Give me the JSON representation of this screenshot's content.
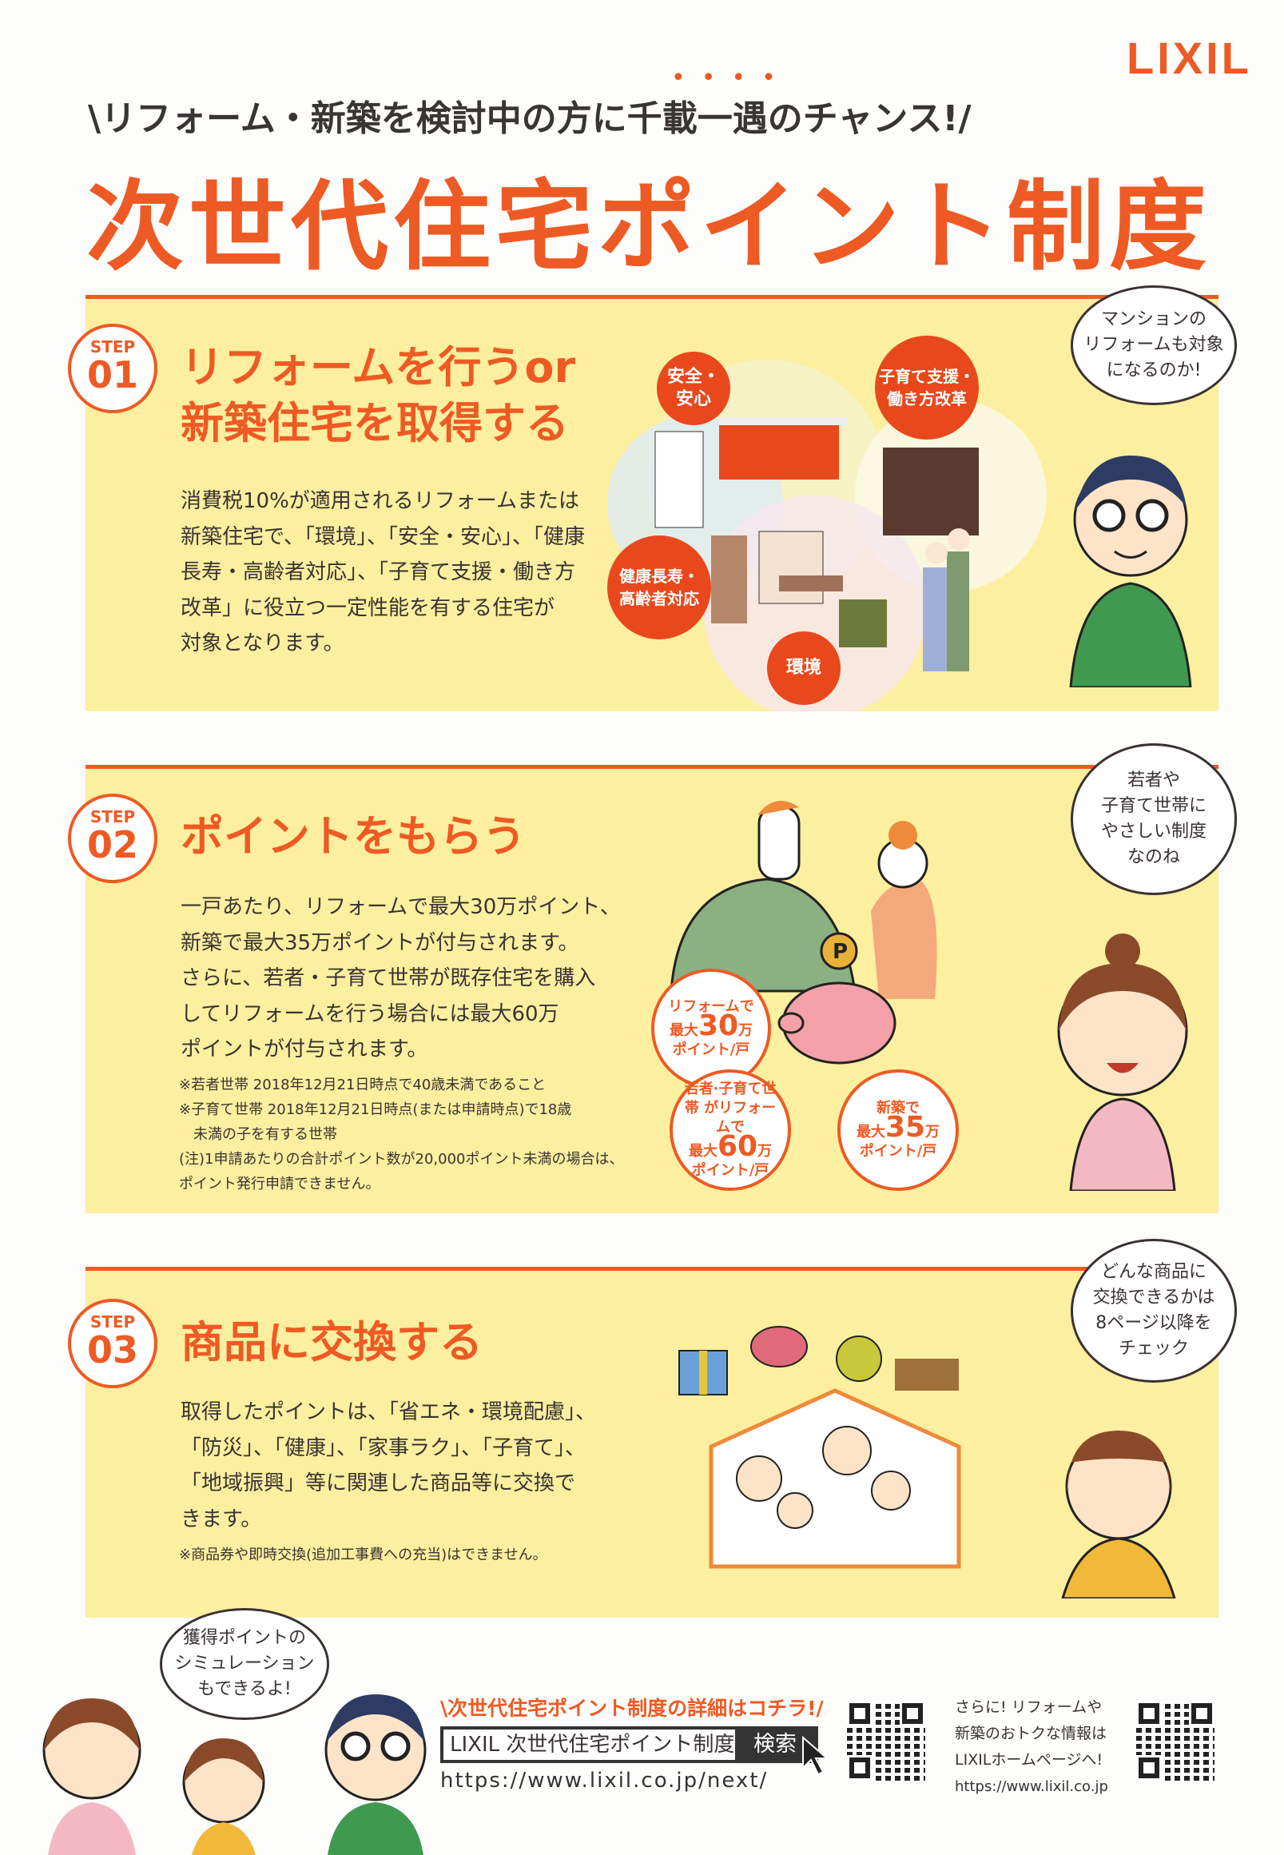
{
  "brand": {
    "logo": "LIXIL",
    "accent": "#ee5a24",
    "panel_color": "#fcef9f"
  },
  "header": {
    "subtitle": "\\リフォーム・新築を検討中の方に千載一遇のチャンス!/",
    "emphasis_dots": "••••",
    "title": "次世代住宅ポイント制度"
  },
  "steps": [
    {
      "step_label": "STEP",
      "step_num": "01",
      "heading_lines": [
        "リフォームを行うor",
        "新築住宅を取得する"
      ],
      "body": [
        "消費税10%が適用されるリフォームまたは",
        "新築住宅で、「環境」、「安全・安心」、「健康",
        "長寿・高齢者対応」、「子育て支援・働き方",
        "改革」に役立つ一定性能を有する住宅が",
        "対象となります。"
      ],
      "categories": [
        [
          "安全・",
          "安心"
        ],
        [
          "子育て支援・",
          "働き方改革"
        ],
        [
          "健康長寿・",
          "高齢者対応"
        ],
        [
          "環境"
        ]
      ],
      "bubble": [
        "マンションの",
        "リフォームも対象",
        "になるのか!"
      ]
    },
    {
      "step_label": "STEP",
      "step_num": "02",
      "heading": "ポイントをもらう",
      "body": [
        "一戸あたり、リフォームで最大30万ポイント、",
        "新築で最大35万ポイントが付与されます。",
        "さらに、若者・子育て世帯が既存住宅を購入",
        "してリフォームを行う場合には最大60万",
        "ポイントが付与されます。"
      ],
      "notes": [
        "※若者世帯 2018年12月21日時点で40歳未満であること",
        "※子育て世帯 2018年12月21日時点(または申請時点)で18歳",
        "　未満の子を有する世帯",
        "(注)1申請あたりの合計ポイント数が20,000ポイント未満の場合は、",
        "ポイント発行申請できません。"
      ],
      "point_badges": [
        {
          "pre": "リフォームで",
          "max": "最大",
          "value": "30",
          "unit": "万",
          "post": "ポイント/戸"
        },
        {
          "pre": "若者·子育て世帯 がリフォームで",
          "max": "最大",
          "value": "60",
          "unit": "万",
          "post": "ポイント/戸"
        },
        {
          "pre": "新築で",
          "max": "最大",
          "value": "35",
          "unit": "万",
          "post": "ポイント/戸"
        }
      ],
      "coin": "P",
      "bubble": [
        "若者や",
        "子育て世帯に",
        "やさしい制度",
        "なのね"
      ]
    },
    {
      "step_label": "STEP",
      "step_num": "03",
      "heading": "商品に交換する",
      "body": [
        "取得したポイントは、「省エネ・環境配慮」、",
        "「防災」、「健康」、「家事ラク」、「子育て」、",
        "「地域振興」等に関連した商品等に交換で",
        "きます。"
      ],
      "notes": [
        "※商品券や即時交換(追加工事費への充当)はできません。"
      ],
      "bubble": [
        "どんな商品に",
        "交換できるかは",
        "8ページ以降を",
        "チェック"
      ]
    }
  ],
  "footer": {
    "bubble": [
      "獲得ポイントの",
      "シミュレーション",
      "もできるよ!"
    ],
    "link_header": "\\次世代住宅ポイント制度の詳細はコチラ!/",
    "search_value": "LIXIL 次世代住宅ポイント制度",
    "search_button": "検索",
    "url": "https://www.lixil.co.jp/next/",
    "promo": [
      "さらに! リフォームや",
      "新築のおトクな情報は",
      "LIXILホームページへ!"
    ],
    "promo_url": "https://www.lixil.co.jp"
  }
}
